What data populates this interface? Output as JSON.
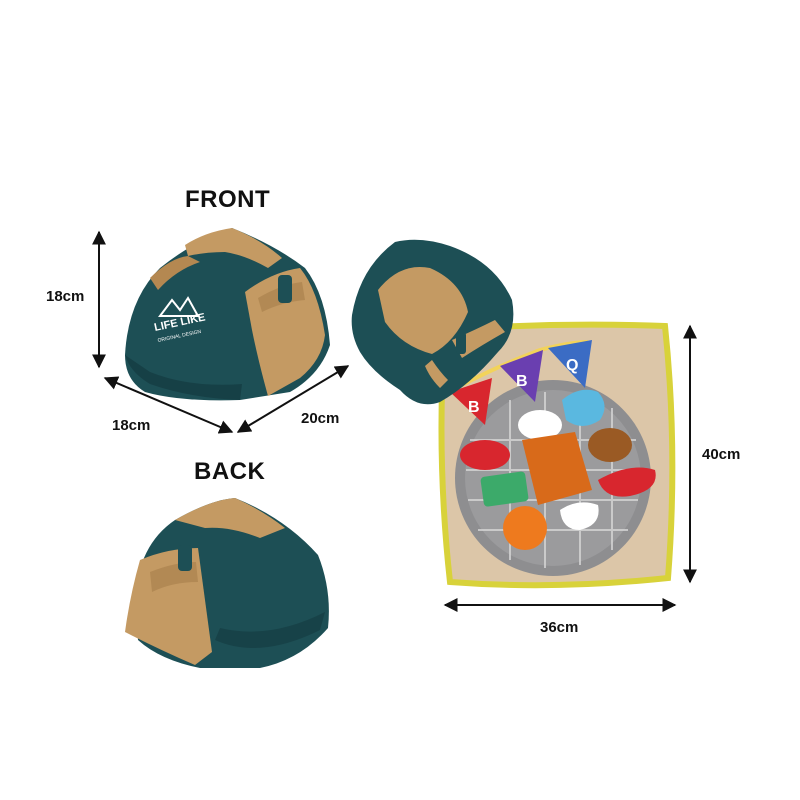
{
  "labels": {
    "front": "FRONT",
    "back": "BACK",
    "front_height": "18cm",
    "front_depth": "18cm",
    "front_width": "20cm",
    "mat_height": "40cm",
    "mat_width": "36cm"
  },
  "logo": {
    "brand": "LIFE LIKE",
    "sub": "ORIGINAL DESIGN"
  },
  "mat_flags": [
    "B",
    "B",
    "Q"
  ],
  "colors": {
    "tent_teal": "#1d4f55",
    "tent_teal_dark": "#143b40",
    "tent_tan": "#c49a63",
    "tent_tan_dark": "#a77e4b",
    "mat_beige": "#dcc6a8",
    "mat_border": "#d8d23a",
    "grill_gray": "#8e8e90",
    "flag_red": "#d8262e",
    "flag_purple": "#6a3fb0",
    "flag_blue": "#3b6cc4"
  }
}
